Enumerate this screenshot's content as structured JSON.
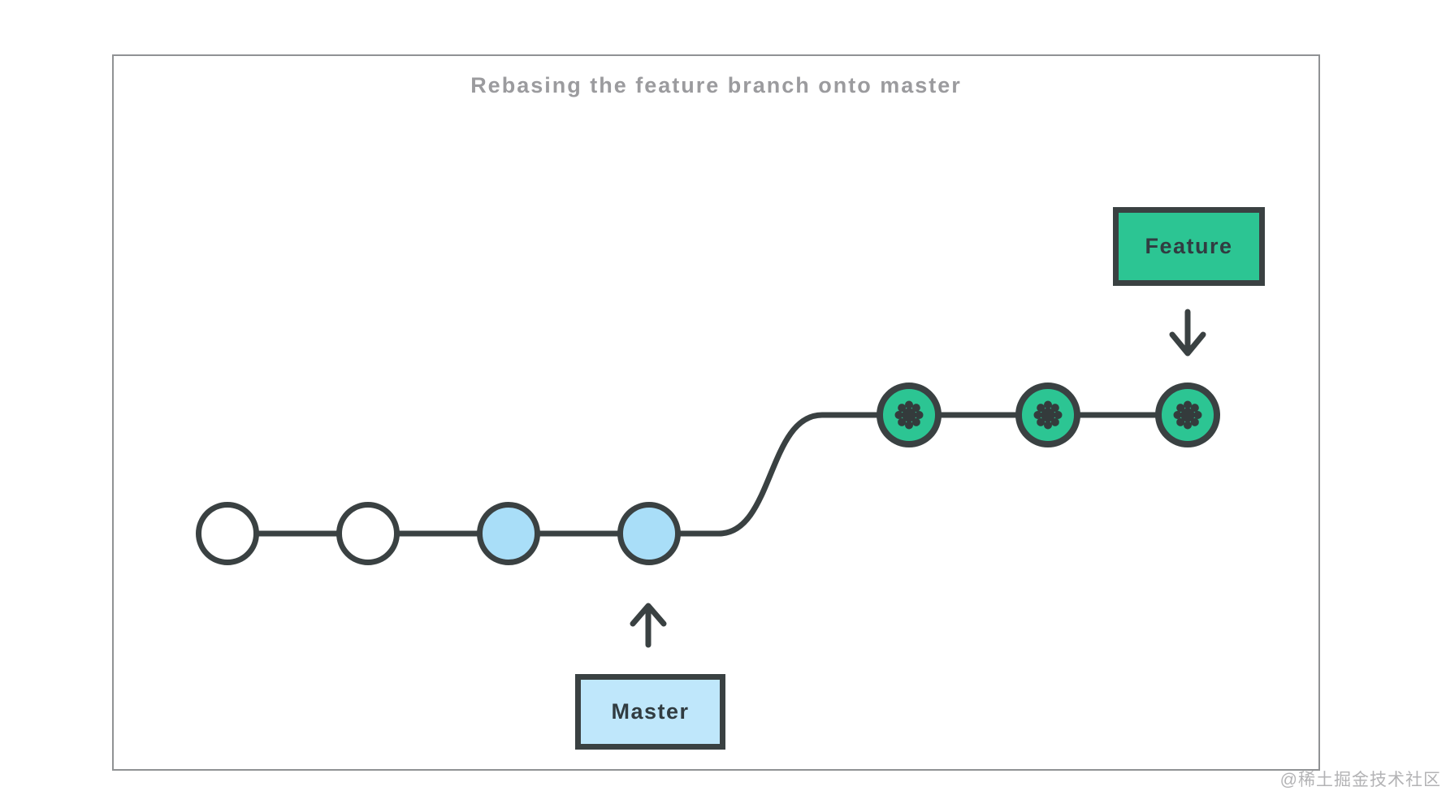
{
  "diagram": {
    "title": "Rebasing the feature branch onto master",
    "title_color": "#9b9b9e",
    "line_color": "#3a4142",
    "frame_border_color": "#909294",
    "master_branch": {
      "label": "Master",
      "label_fill": "#bfe7fb",
      "old_commit_color": "#ffffff",
      "new_commit_color": "#a9def8",
      "commits": [
        "old",
        "old",
        "new",
        "new"
      ]
    },
    "feature_branch": {
      "label": "Feature",
      "label_fill": "#2cc593",
      "commit_color": "#2cc593",
      "commit_marker": "asterisk",
      "commits": [
        "rebased",
        "rebased",
        "rebased"
      ]
    }
  },
  "watermark": {
    "text": "@稀土掘金技术社区"
  }
}
